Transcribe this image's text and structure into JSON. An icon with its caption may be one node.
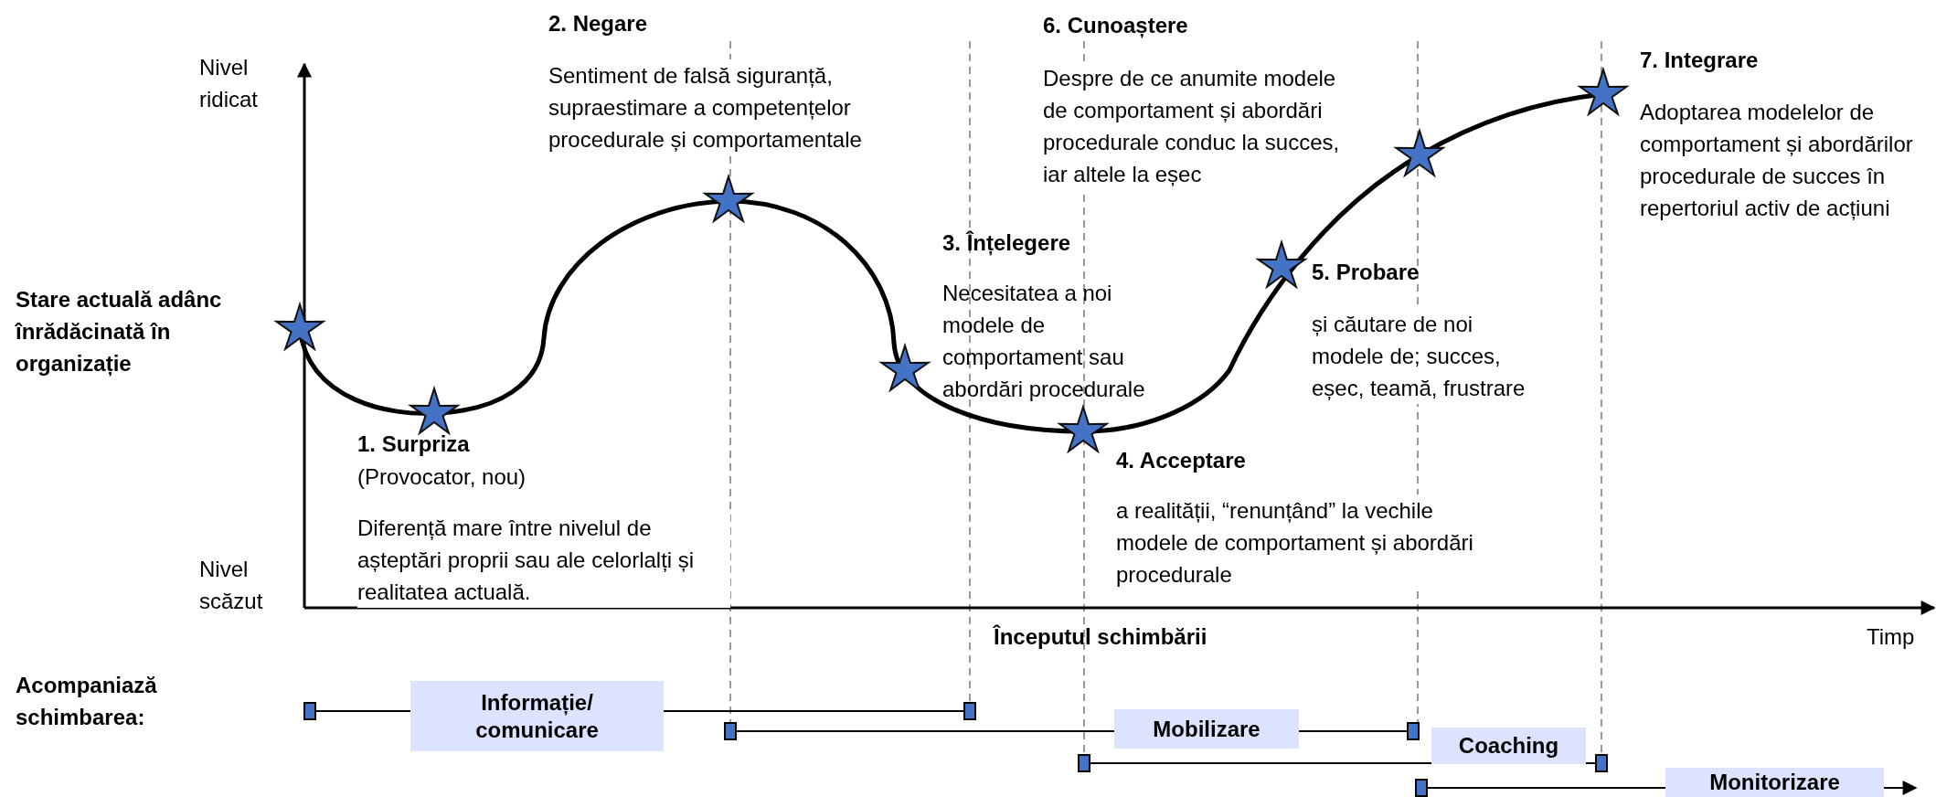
{
  "diagram": {
    "nodes": [
      {
        "text": [
          "Informație/ comunicare"
        ]
      },
      {
        "text": [
          "Mobilizare"
        ]
      },
      {
        "text": [
          "Coaching"
        ]
      },
      {
        "text": [
          "Monitorizare"
        ]
      }
    ],
    "edges": [],
    "labels": [
      "Nivel ridicat",
      "Stare actuală adânc înrădăcinată în organizație",
      "1. Surpriza",
      "(Provocator, nou)",
      "Diferență mare între nivelul de așteptări proprii sau ale celorlalți și realitatea actuală.",
      "2. Negare",
      "Sentiment de falsă siguranță, supraestimare a competențelor procedurale și comportamentale",
      "3. Înțelegere",
      "Necesitatea a noi modele de comportament sau abordări procedurale",
      "4. Acceptare",
      "a realității, “renunțând” la vechile modele de comportament și abordări procedurale",
      "5. Probare",
      "și căutare de noi modele de; succes, eșec, teamă, frustrare",
      "6. Cunoaștere",
      "Despre de ce anumite modele de comportament și abordări procedurale conduc la succes, iar altele la eșec",
      "7. Integrare",
      "Adoptarea modelelor de comportament și abordărilor procedurale de succes în repertoriul activ de acțiuni",
      "Nivel scăzut",
      "Începutul schimbării",
      "Timp",
      "Acompaniază schimbarea:"
    ]
  }
}
